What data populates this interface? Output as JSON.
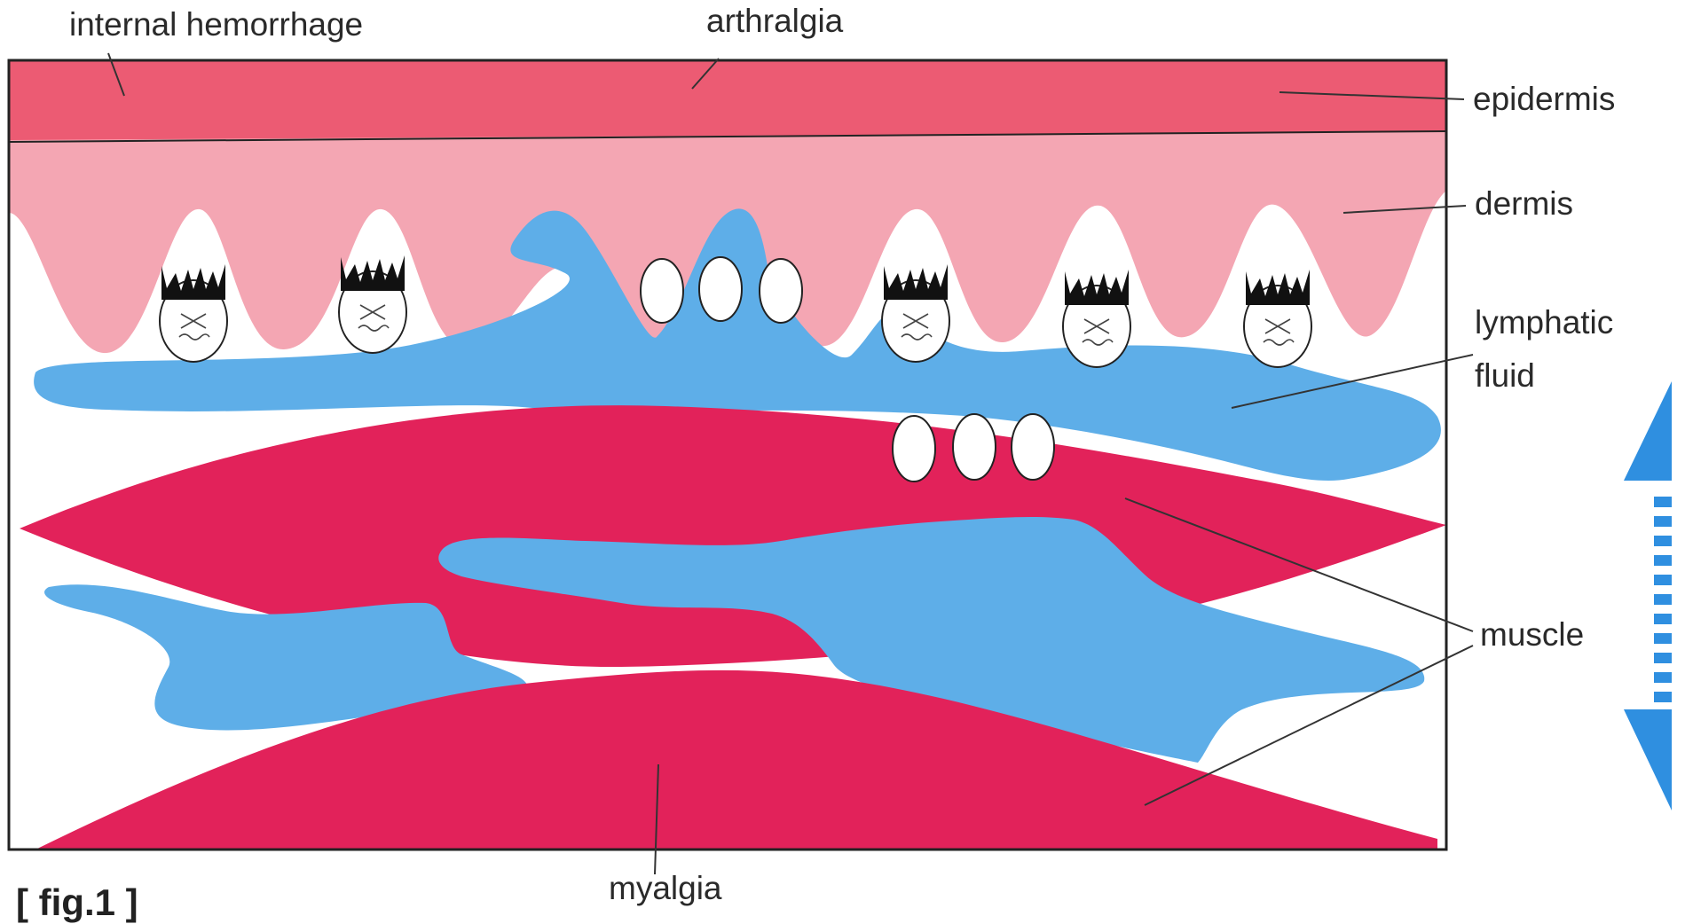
{
  "labels": {
    "internal_hemorrhage": "internal hemorrhage",
    "arthralgia": "arthralgia",
    "epidermis": "epidermis",
    "dermis": "dermis",
    "lymphatic": "lymphatic",
    "fluid": "fluid",
    "muscle": "muscle",
    "myalgia": "myalgia"
  },
  "caption": "[ fig.1 ]",
  "colors": {
    "epidermis": "#ec5b73",
    "dermis": "#f4a6b3",
    "lymph": "#5eaee8",
    "muscle": "#e2225a",
    "arrow": "#2f8fe0",
    "outline": "#222222"
  },
  "icons": [
    "cell-face-icon",
    "double-arrow-icon"
  ]
}
